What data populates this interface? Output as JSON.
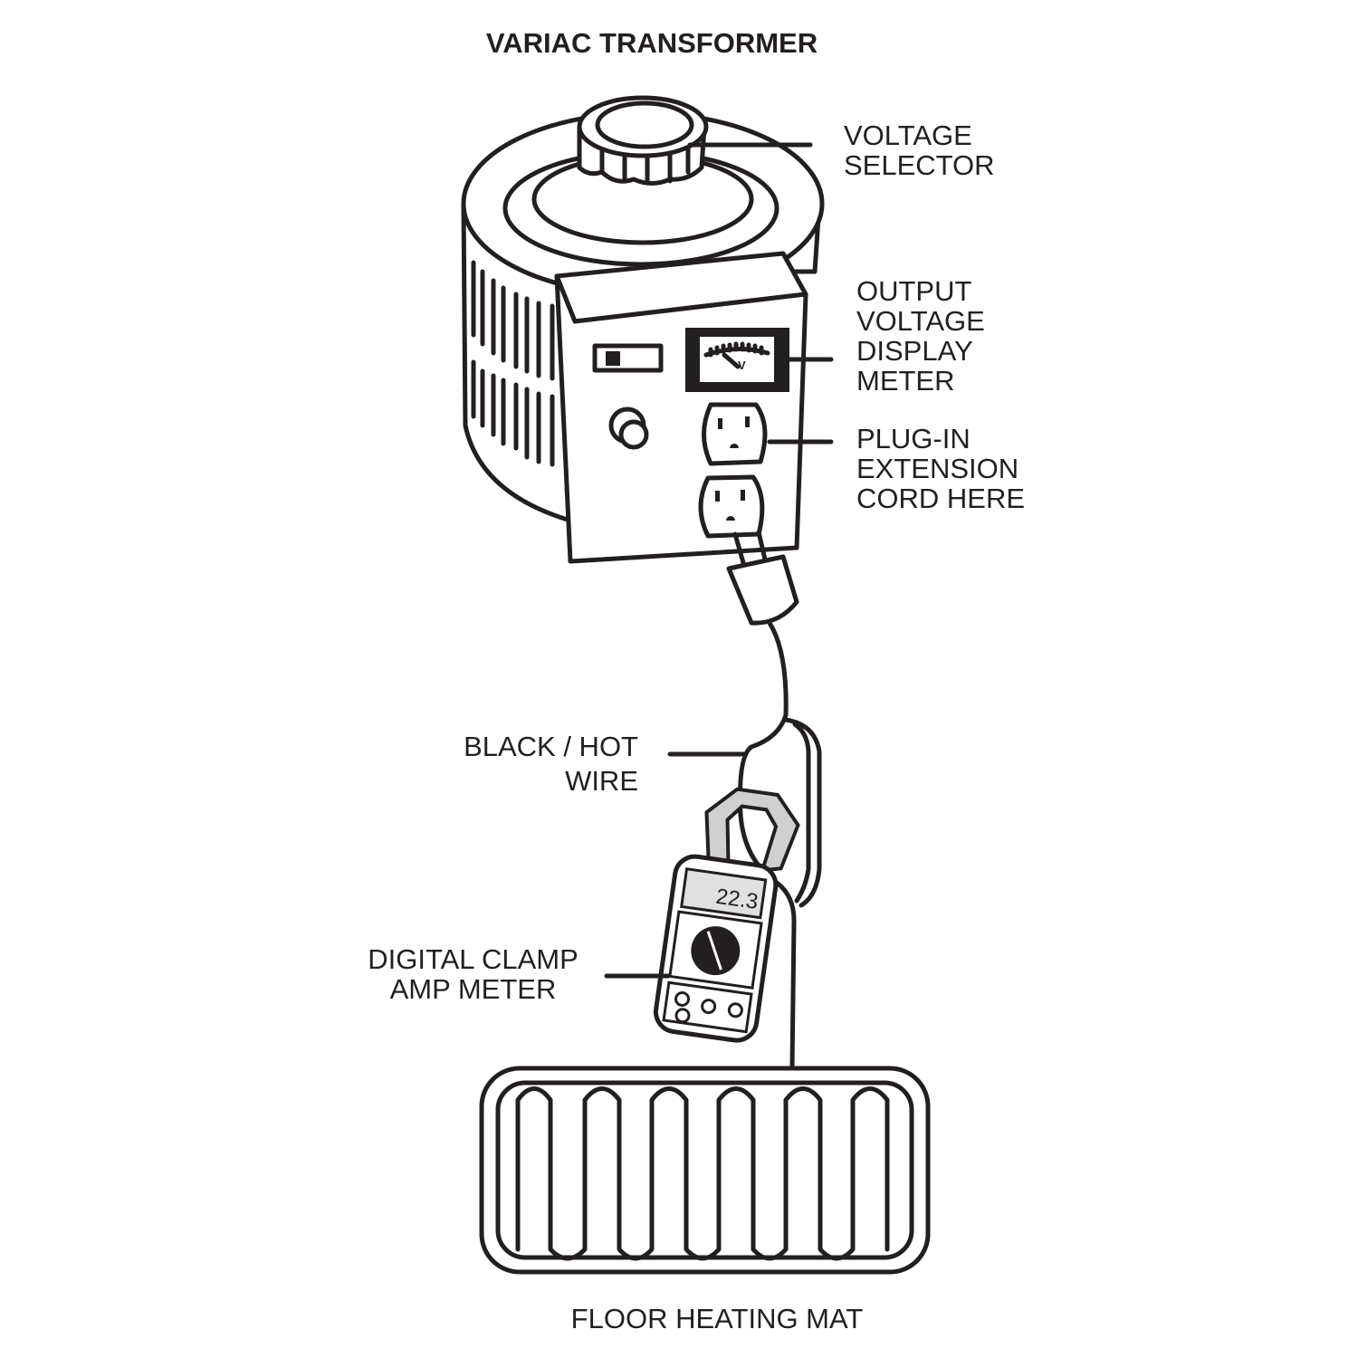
{
  "title": "VARIAC TRANSFORMER",
  "labels": {
    "voltage_selector": [
      "VOLTAGE",
      "SELECTOR"
    ],
    "output_meter": [
      "OUTPUT",
      "VOLTAGE",
      "DISPLAY",
      "METER"
    ],
    "plug_in": [
      "PLUG-IN",
      "EXTENSION",
      "CORD HERE"
    ],
    "hot_wire": [
      "BLACK / HOT",
      "WIRE"
    ],
    "clamp_meter": [
      "DIGITAL CLAMP",
      "AMP METER"
    ],
    "heating_mat": "FLOOR HEATING MAT"
  },
  "voltmeter_unit": "V",
  "clamp_display": "22.3",
  "colors": {
    "ink": "#231f20",
    "clamp_jaw": "#d0d0d0",
    "lcd": "#e0e0e0"
  }
}
